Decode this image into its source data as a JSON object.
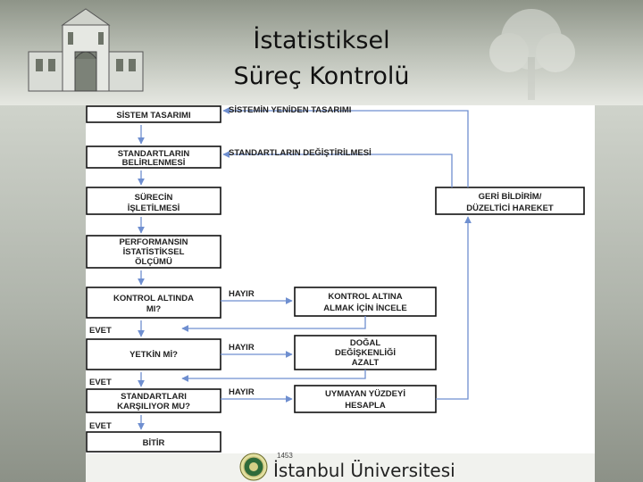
{
  "title_line1": "İstatistiksel",
  "title_line2": "Süreç Kontrolü",
  "boxes": {
    "b1": "SİSTEM TASARIMI",
    "b2a": "STANDARTLARIN",
    "b2b": "BELİRLENMESİ",
    "b3a": "SÜRECİN",
    "b3b": "İŞLETİLMESİ",
    "b4a": "PERFORMANSIN",
    "b4b": "İSTATİSTİKSEL",
    "b4c": "ÖLÇÜMÜ",
    "b5a": "KONTROL ALTINDA",
    "b5b": "MI?",
    "b6": "YETKİN Mİ?",
    "b7a": "STANDARTLARI",
    "b7b": "KARŞILIYOR MU?",
    "b8": "BİTİR",
    "r1a": "KONTROL ALTINA",
    "r1b": "ALMAK İÇİN İNCELE",
    "r2a": "DOĞAL",
    "r2b": "DEĞİŞKENLİĞİ",
    "r2c": "AZALT",
    "r3a": "UYMAYAN YÜZDEYİ",
    "r3b": "HESAPLA",
    "fba": "GERİ BİLDİRİM/",
    "fbb": "DÜZELTİCİ HAREKET"
  },
  "labels": {
    "redesign": "SİSTEMİN YENİDEN TASARIMI",
    "change": "STANDARTLARIN DEĞİŞTİRİLMESİ",
    "no1": "HAYIR",
    "no2": "HAYIR",
    "no3": "HAYIR",
    "yes1": "EVET",
    "yes2": "EVET",
    "yes3": "EVET"
  },
  "footer": {
    "year": "1453",
    "university": "İstanbul Üniversitesi"
  },
  "colors": {
    "arrow": "#6f8fd0",
    "box_border": "#111111"
  }
}
